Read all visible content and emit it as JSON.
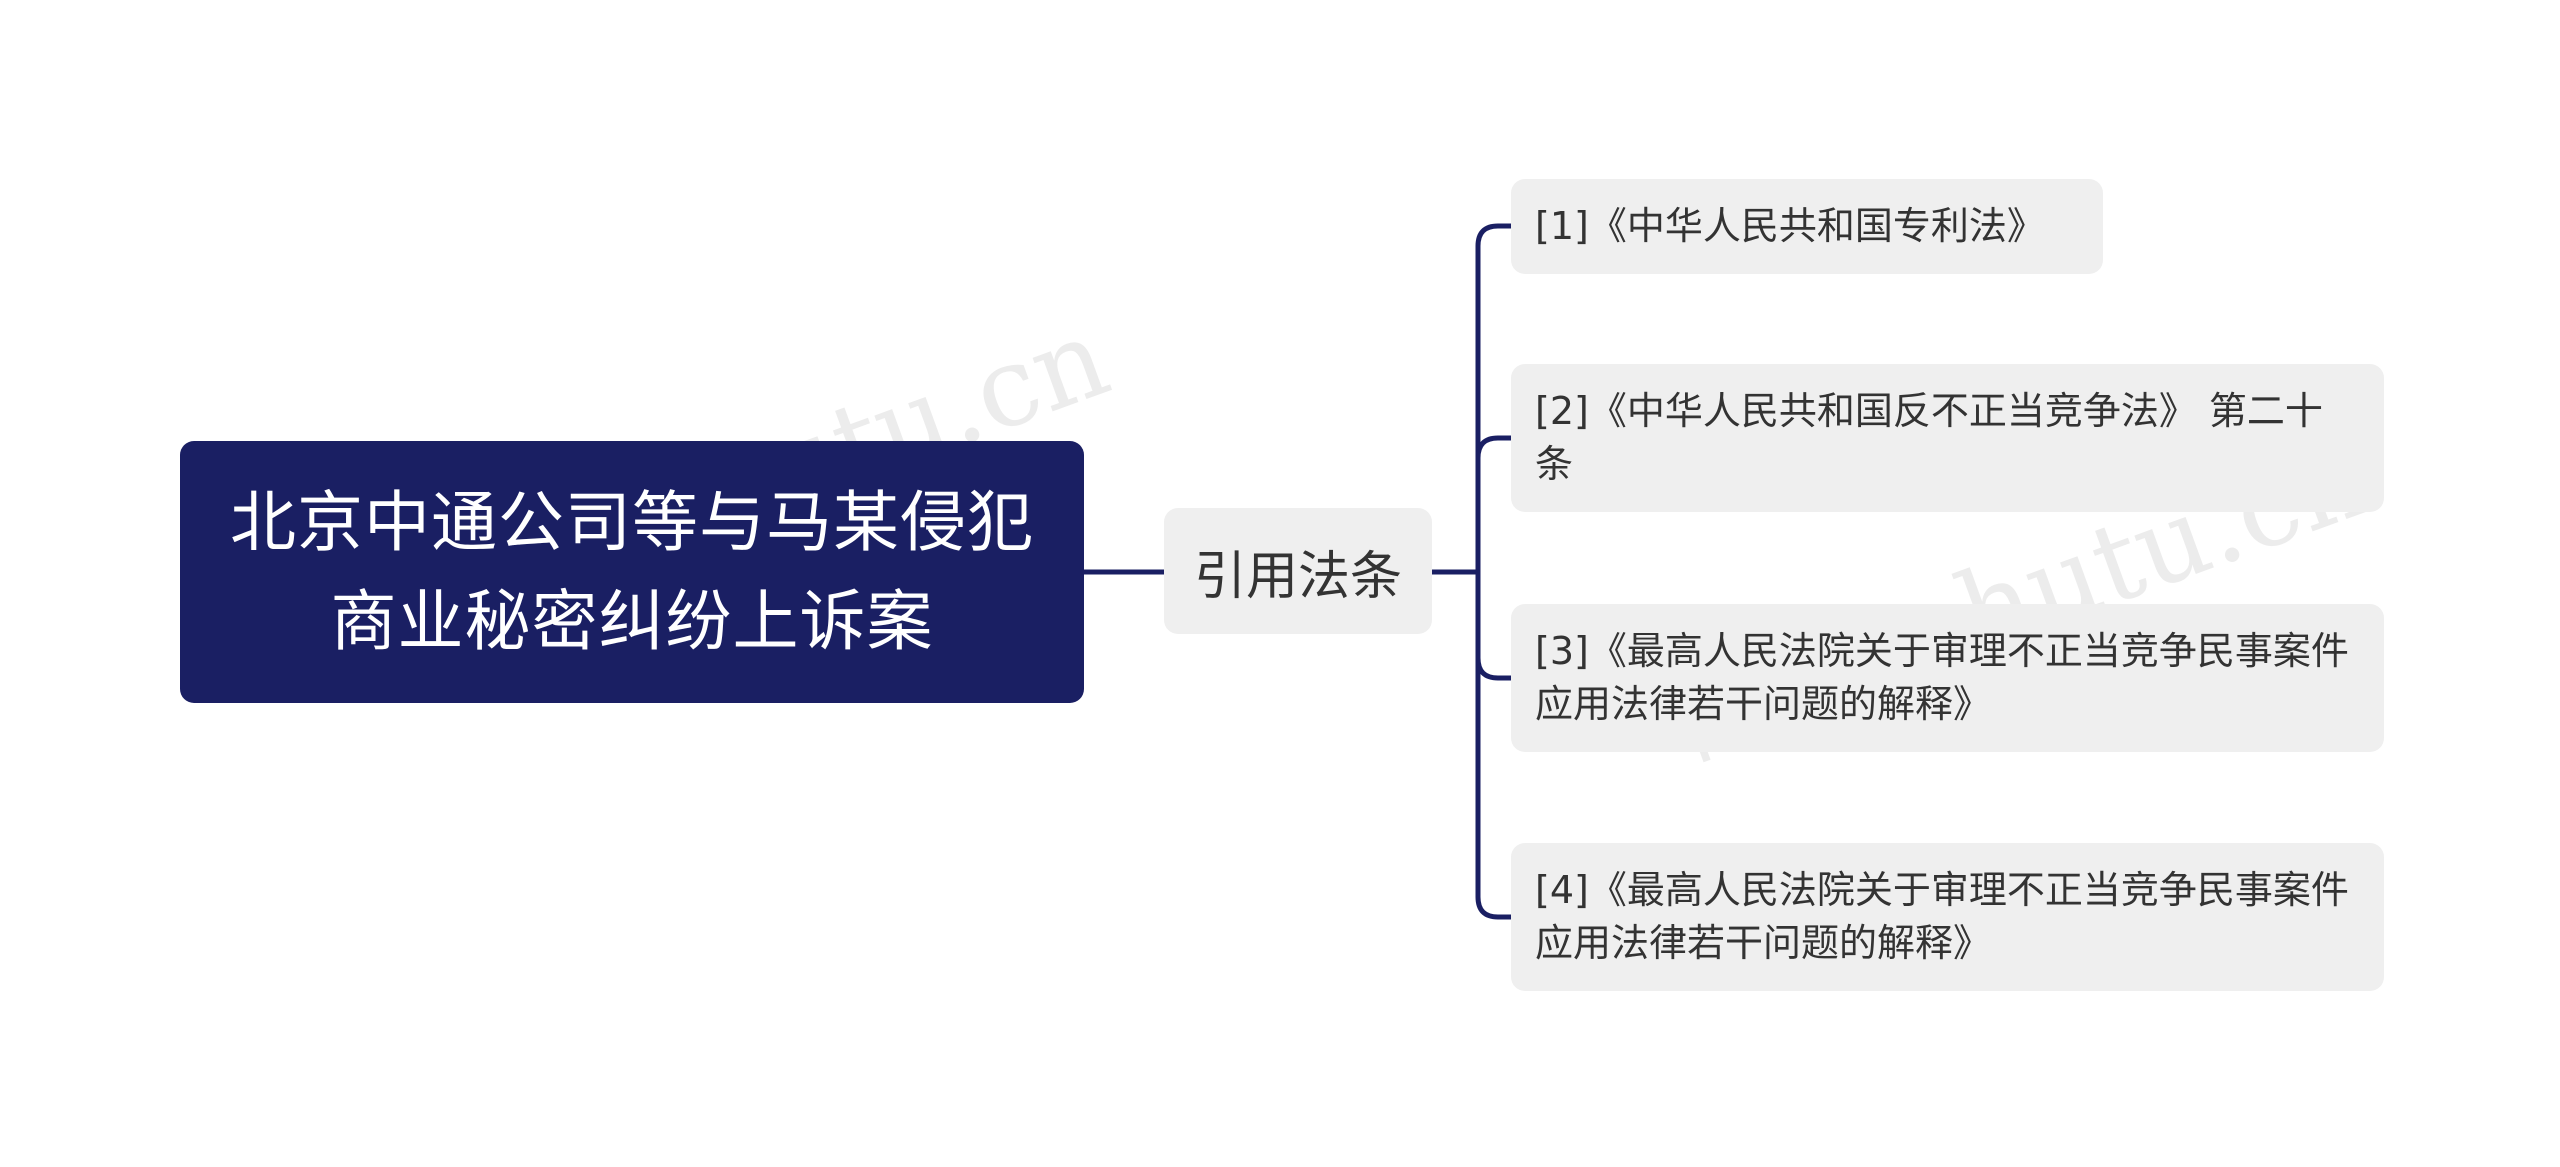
{
  "mindmap": {
    "root": {
      "label": "北京中通公司等与马某侵犯商业秘密纠纷上诉案"
    },
    "branch": {
      "label": "引用法条"
    },
    "leaves": [
      {
        "label": "[1]《中华人民共和国专利法》"
      },
      {
        "label": "[2]《中华人民共和国反不正当竞争法》 第二十条"
      },
      {
        "label": "[3]《最高人民法院关于审理不正当竞争民事案件应用法律若干问题的解释》"
      },
      {
        "label": "[4]《最高人民法院关于审理不正当竞争民事案件应用法律若干问题的解释》"
      }
    ]
  },
  "watermarks": [
    {
      "text": "树图 shutu.cn"
    },
    {
      "text": "树图 shutu.cn"
    }
  ],
  "colors": {
    "root_fill": "#1a1f63",
    "node_fill": "#efefef",
    "connector": "#1a1f63",
    "root_text": "#ffffff",
    "node_text": "#333333"
  }
}
